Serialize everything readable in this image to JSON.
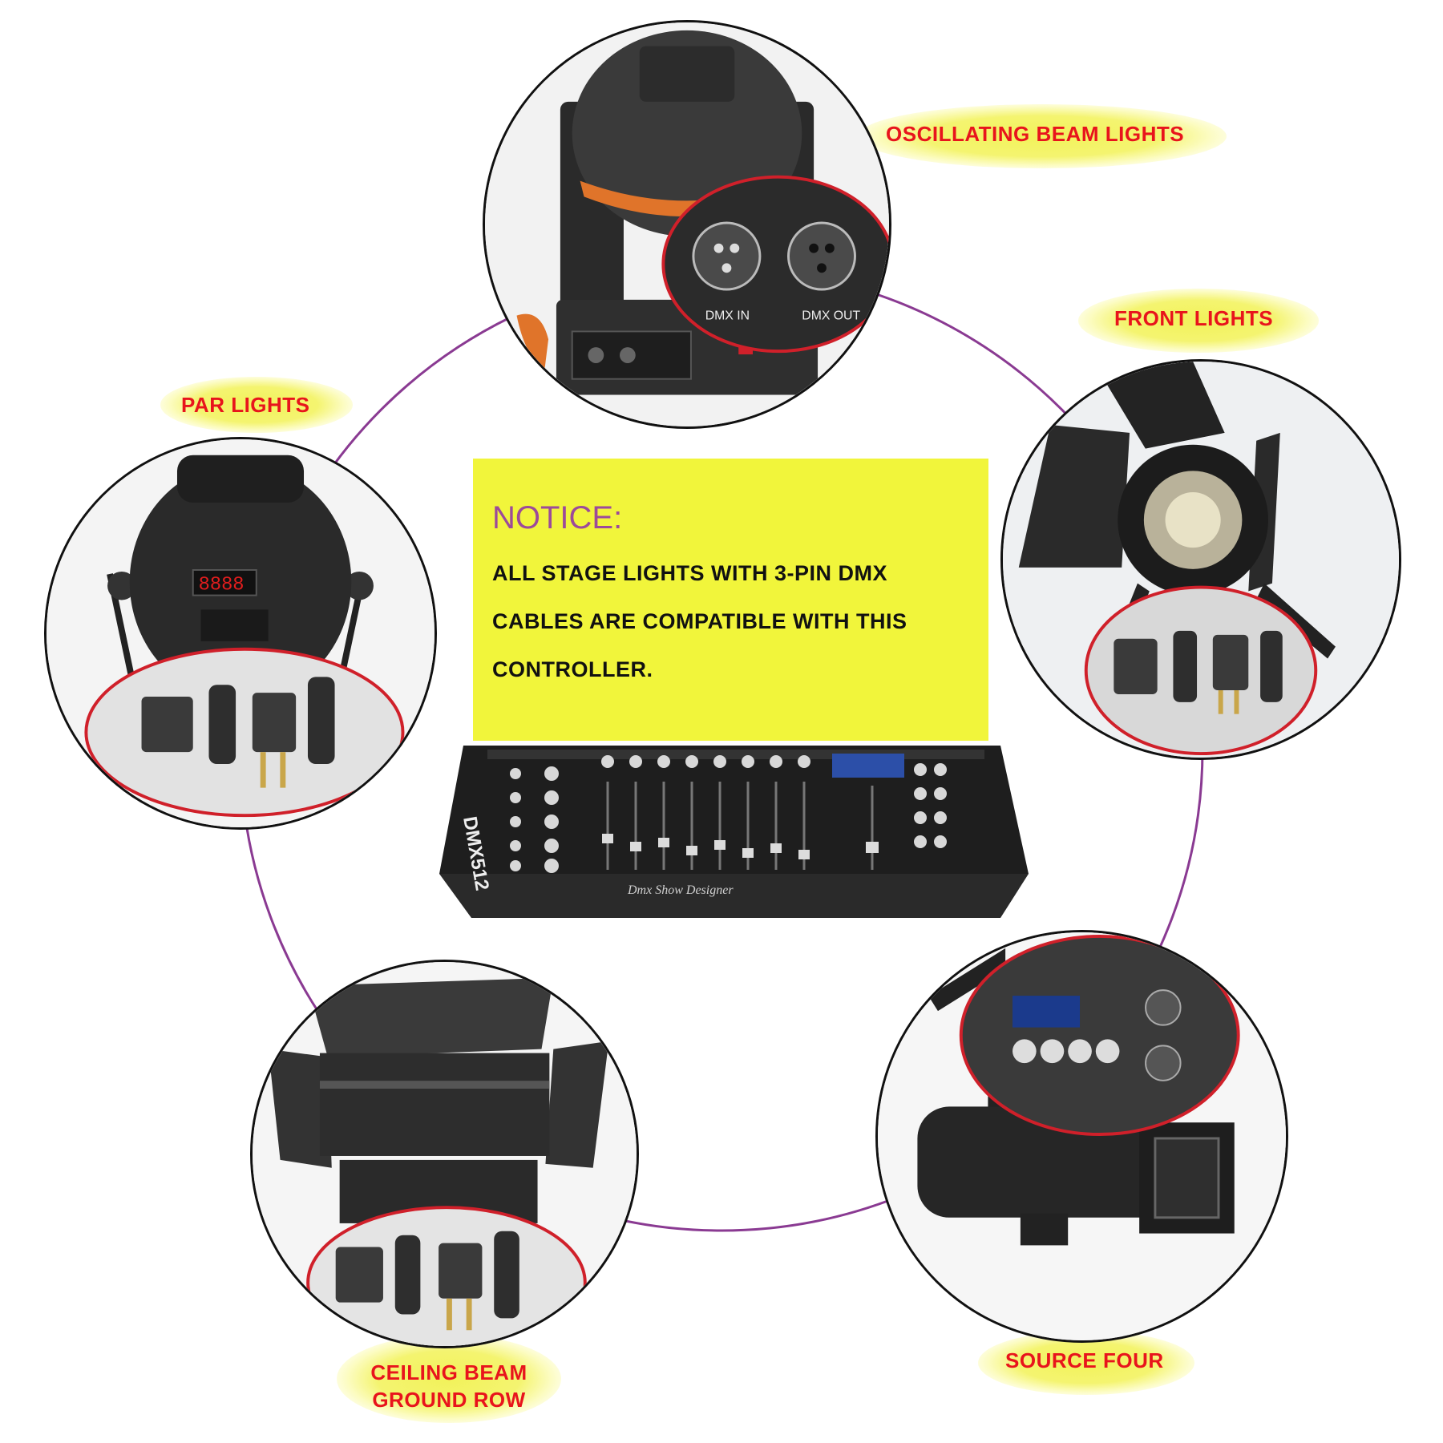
{
  "notice": {
    "title": "NOTICE:",
    "lines": [
      "ALL STAGE LIGHTS WITH 3-PIN DMX",
      "CABLES ARE COMPATIBLE WITH THIS",
      "CONTROLLER."
    ]
  },
  "labels": {
    "oscillating": "OSCILLATING BEAM LIGHTS",
    "front": "FRONT LIGHTS",
    "par": "PAR LIGHTS",
    "ceiling_line1": "CEILING BEAM",
    "ceiling_line2": "GROUND ROW",
    "source_four": "SOURCE FOUR"
  },
  "controller": {
    "model_text": "DMX512",
    "brand_script": "Dmx Show Designer"
  },
  "moving_head_panel": {
    "dmx_in": "DMX IN",
    "dmx_out": "DMX OUT"
  },
  "colors": {
    "label_red": "#e8141c",
    "notice_yellow": "#f1f53b",
    "notice_title_purple": "#9c4a9a",
    "ring_purple": "#8a3a92"
  }
}
